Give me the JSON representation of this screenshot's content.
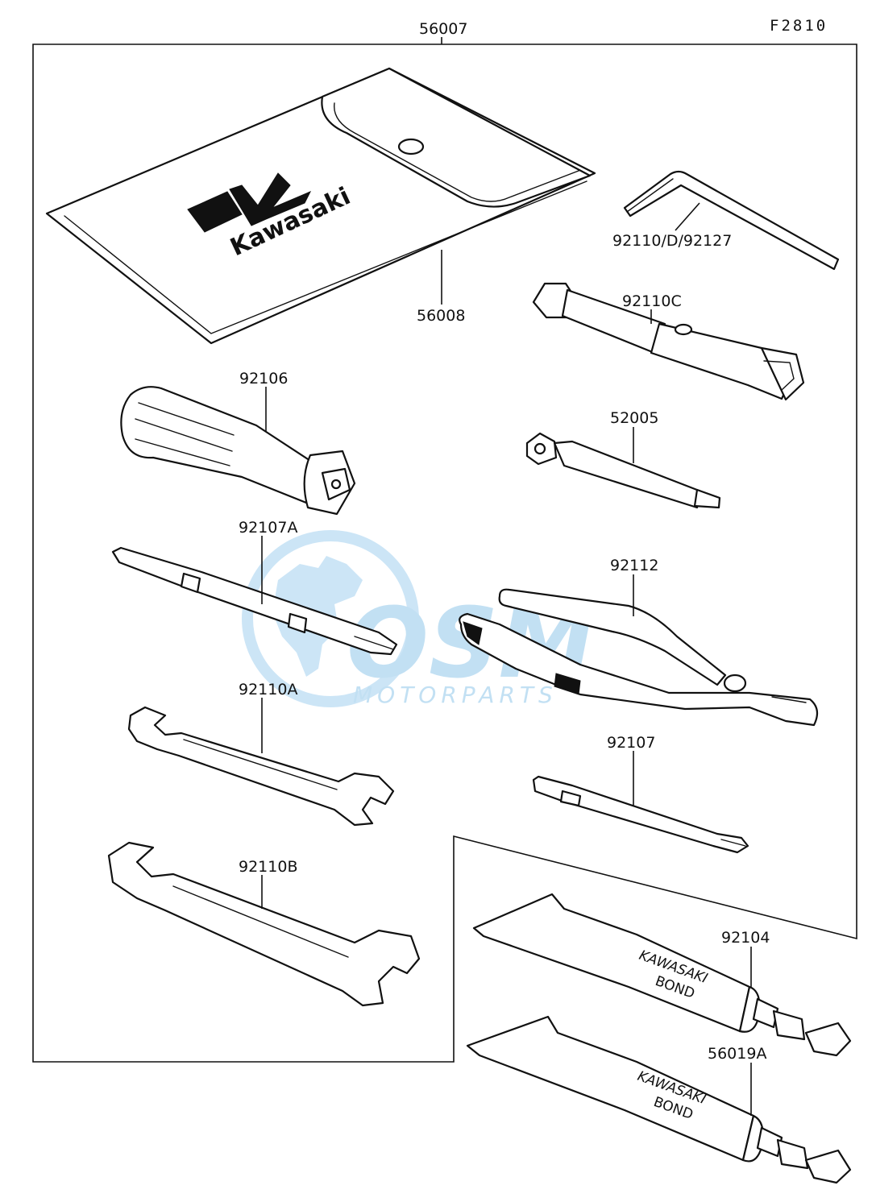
{
  "figure_code": "F2810",
  "labels": {
    "kit": "56007",
    "pouch": "56008",
    "hex_wrench": "92110/D/92127",
    "plug_wrench": "92110C",
    "handle": "92106",
    "bar": "52005",
    "screwdriver_a": "92107A",
    "pliers": "92112",
    "wrench_a": "92110A",
    "screwdriver": "92107",
    "wrench_b": "92110B",
    "bond_tube_1": "92104",
    "bond_tube_2": "56019A"
  },
  "pouch_logo": "Kawasaki",
  "tube_print": {
    "line1": "KAWASAKI",
    "line2": "BOND"
  },
  "watermark": {
    "brand": "OSM",
    "sub": "MOTORPARTS"
  }
}
